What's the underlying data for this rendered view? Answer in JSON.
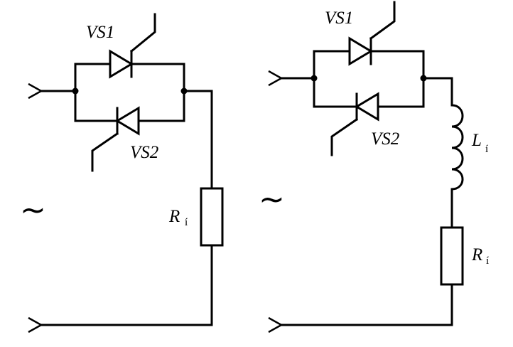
{
  "left_circuit": {
    "thyristor_top": "VS1",
    "thyristor_bottom": "VS2",
    "resistor_symbol": "R",
    "resistor_subscript": "í",
    "ac_symbol": "~"
  },
  "right_circuit": {
    "thyristor_top": "VS1",
    "thyristor_bottom": "VS2",
    "inductor_symbol": "L",
    "inductor_subscript": "í",
    "resistor_symbol": "R",
    "resistor_subscript": "í",
    "ac_symbol": "~"
  }
}
